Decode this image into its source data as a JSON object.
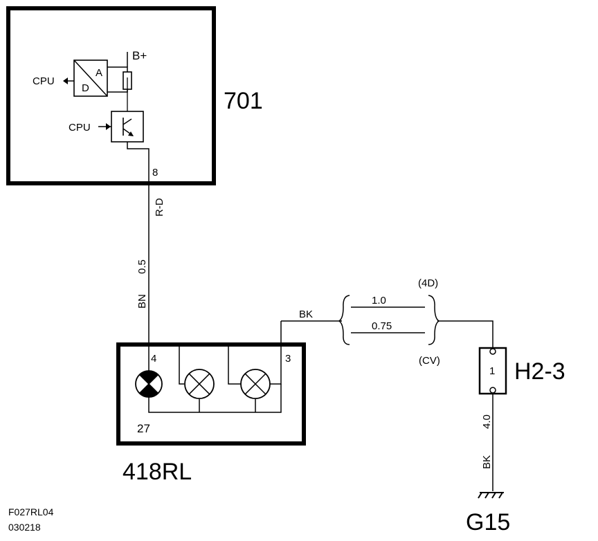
{
  "modules": {
    "control_unit": {
      "id": "701",
      "b_plus": "B+",
      "cpu_in": "CPU",
      "cpu_out": "CPU",
      "adc_a": "A",
      "adc_d": "D",
      "pin": "8"
    },
    "lamp_unit": {
      "id": "418RL",
      "pin_left": "4",
      "pin_right": "3",
      "pin_bottom": "27"
    },
    "connector": {
      "id": "H2-3",
      "pin": "1"
    },
    "ground": {
      "id": "G15"
    }
  },
  "wires": {
    "signal": {
      "color_code": "R-D",
      "color": "BN",
      "size": "0.5"
    },
    "ground_feed": {
      "color": "BK"
    },
    "variant": {
      "size_a": "1.0",
      "size_b": "0.75",
      "label_a": "(4D)",
      "label_b": "(CV)"
    },
    "ground_wire": {
      "size": "4.0",
      "color": "BK"
    }
  },
  "footer": {
    "figure_code": "F027RL04",
    "date_code": "030218"
  }
}
